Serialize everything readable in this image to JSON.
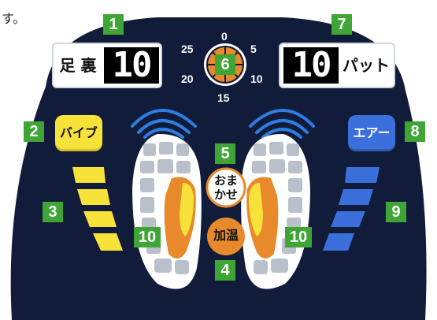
{
  "corner_text": "す。",
  "left_display": {
    "label": "足 裏",
    "value": "10"
  },
  "right_display": {
    "value": "10",
    "label": "パット"
  },
  "dial": {
    "labels": [
      "0",
      "5",
      "10",
      "15",
      "20",
      "25"
    ],
    "center_tag": "6"
  },
  "buttons": {
    "vibe": "バイブ",
    "air": "エアー",
    "omakase_line1": "おま",
    "omakase_line2": "かせ",
    "heat": "加温"
  },
  "tags": {
    "t1": "1",
    "t2": "2",
    "t3": "3",
    "t4": "4",
    "t5": "5",
    "t7": "7",
    "t8": "8",
    "t9": "9",
    "t10a": "10",
    "t10b": "10"
  },
  "colors": {
    "panel": "#101c3a",
    "tag_green": "#3fa535",
    "vibe_yellow": "#f7e23a",
    "air_blue": "#3b6fdc",
    "heat_orange": "#e8892c",
    "wave_blue": "#2f7de0"
  },
  "icons": [
    "left-foot-icon",
    "right-foot-icon",
    "vibration-wave-icon",
    "timer-dial-icon"
  ]
}
